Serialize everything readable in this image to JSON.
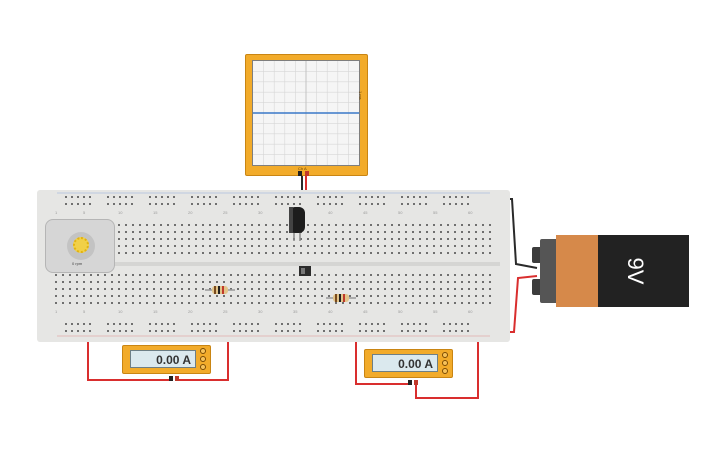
{
  "oscilloscope": {
    "label": "1 ms",
    "channel": "Ch A"
  },
  "breadboard": {
    "col_numbers": [
      "1",
      "5",
      "10",
      "15",
      "20",
      "25",
      "30",
      "35",
      "40",
      "45",
      "50",
      "55",
      "60"
    ]
  },
  "motor": {
    "label": "0 rpm"
  },
  "multimeter_left": {
    "reading": "0.00 A"
  },
  "multimeter_right": {
    "reading": "0.00 A"
  },
  "battery": {
    "label": "9V"
  },
  "colors": {
    "wire_red": "#d92e2e",
    "wire_black": "#2a2a2a",
    "trace_blue": "#3a78c8",
    "meter_orange": "#f2ab2a"
  }
}
